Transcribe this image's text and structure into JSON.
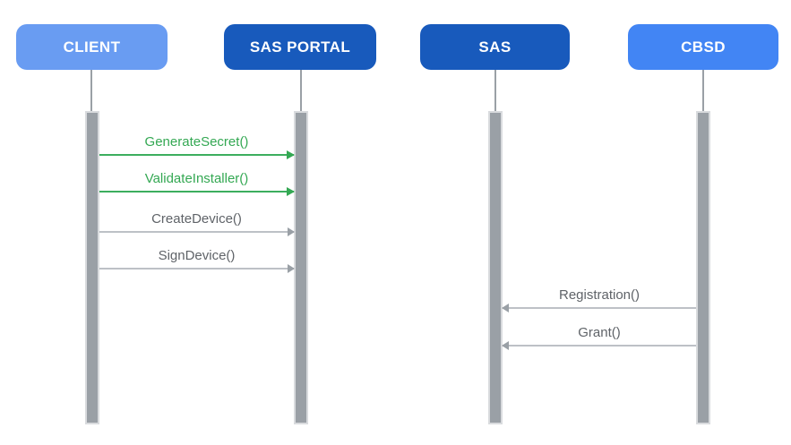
{
  "diagram": {
    "type": "sequence-diagram",
    "background_color": "#FFFFFF",
    "lifeline_color": "#9AA0A6",
    "activation_border_color": "#D9DBDE"
  },
  "actors": [
    {
      "id": "client",
      "label": "CLIENT",
      "color": "#699CF2",
      "text_color": "#FFFFFF"
    },
    {
      "id": "sas-portal",
      "label": "SAS PORTAL",
      "color": "#185ABC",
      "text_color": "#FFFFFF"
    },
    {
      "id": "sas",
      "label": "SAS",
      "color": "#185ABC",
      "text_color": "#FFFFFF"
    },
    {
      "id": "cbsd",
      "label": "CBSD",
      "color": "#4285F4",
      "text_color": "#FFFFFF"
    }
  ],
  "messages": [
    {
      "label": "GenerateSecret()",
      "from": "CLIENT",
      "to": "SAS PORTAL",
      "direction": "right",
      "color": "#34A853"
    },
    {
      "label": "ValidateInstaller()",
      "from": "CLIENT",
      "to": "SAS PORTAL",
      "direction": "right",
      "color": "#34A853"
    },
    {
      "label": "CreateDevice()",
      "from": "CLIENT",
      "to": "SAS PORTAL",
      "direction": "right",
      "color": "#5F6368"
    },
    {
      "label": "SignDevice()",
      "from": "CLIENT",
      "to": "SAS PORTAL",
      "direction": "right",
      "color": "#5F6368"
    },
    {
      "label": "Registration()",
      "from": "CBSD",
      "to": "SAS",
      "direction": "left",
      "color": "#5F6368"
    },
    {
      "label": "Grant()",
      "from": "CBSD",
      "to": "SAS",
      "direction": "left",
      "color": "#5F6368"
    }
  ]
}
